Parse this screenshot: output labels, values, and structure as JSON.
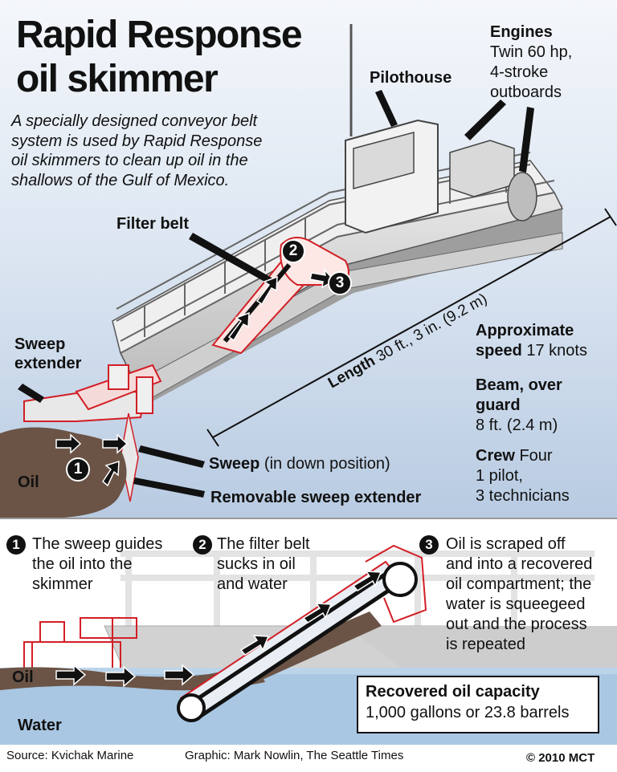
{
  "title": {
    "line1": "Rapid Response",
    "line2": "oil skimmer"
  },
  "intro": {
    "line1": "A specially designed conveyor belt",
    "line2": "system is used by Rapid Response",
    "line3": "oil skimmers to clean up oil in the",
    "line4": "shallows of the Gulf of Mexico."
  },
  "labels": {
    "pilothouse": "Pilothouse",
    "filter_belt": "Filter belt",
    "sweep_extender_1": "Sweep",
    "sweep_extender_2": "extender",
    "oil_top": "Oil",
    "sweep_bold": "Sweep",
    "sweep_rest": "(in down position)",
    "removable": "Removable sweep extender",
    "length_bold": "Length",
    "length_rest": "30 ft., 3 in. (9.2 m)"
  },
  "specs": {
    "engines_title": "Engines",
    "engines_1": "Twin 60 hp,",
    "engines_2": "4-stroke",
    "engines_3": "outboards",
    "speed_1": "Approximate",
    "speed_2_bold": "speed",
    "speed_2_rest": "17 knots",
    "beam_1": "Beam, over",
    "beam_2": "guard",
    "beam_3": "8 ft. (2.4 m)",
    "crew_bold": "Crew",
    "crew_rest": "Four",
    "crew_2": "1 pilot,",
    "crew_3": "3 technicians"
  },
  "markers": {
    "one": "1",
    "two": "2",
    "three": "3"
  },
  "steps": [
    {
      "line1": "The sweep guides",
      "line2": "the oil into the",
      "line3": "skimmer"
    },
    {
      "line1": "The filter belt",
      "line2": "sucks in oil",
      "line3": "and water"
    },
    {
      "line1": "Oil is scraped off",
      "line2": "and into a recovered",
      "line3": "oil compartment; the",
      "line4": "water is squeegeed",
      "line5": "out and the process",
      "line6": "is repeated"
    }
  ],
  "bottom": {
    "oil": "Oil",
    "water": "Water"
  },
  "capacity": {
    "title": "Recovered oil capacity",
    "value": "1,000 gallons or 23.8 barrels"
  },
  "footer": {
    "source": "Source: Kvichak Marine",
    "graphic": "Graphic: Mark Nowlin, The Seattle Times",
    "copyright": "© 2010 MCT"
  },
  "colors": {
    "sky": "#cbd9ea",
    "water": "#a9c7e3",
    "oil": "#6b5446",
    "accent_red": "#d21f26"
  }
}
